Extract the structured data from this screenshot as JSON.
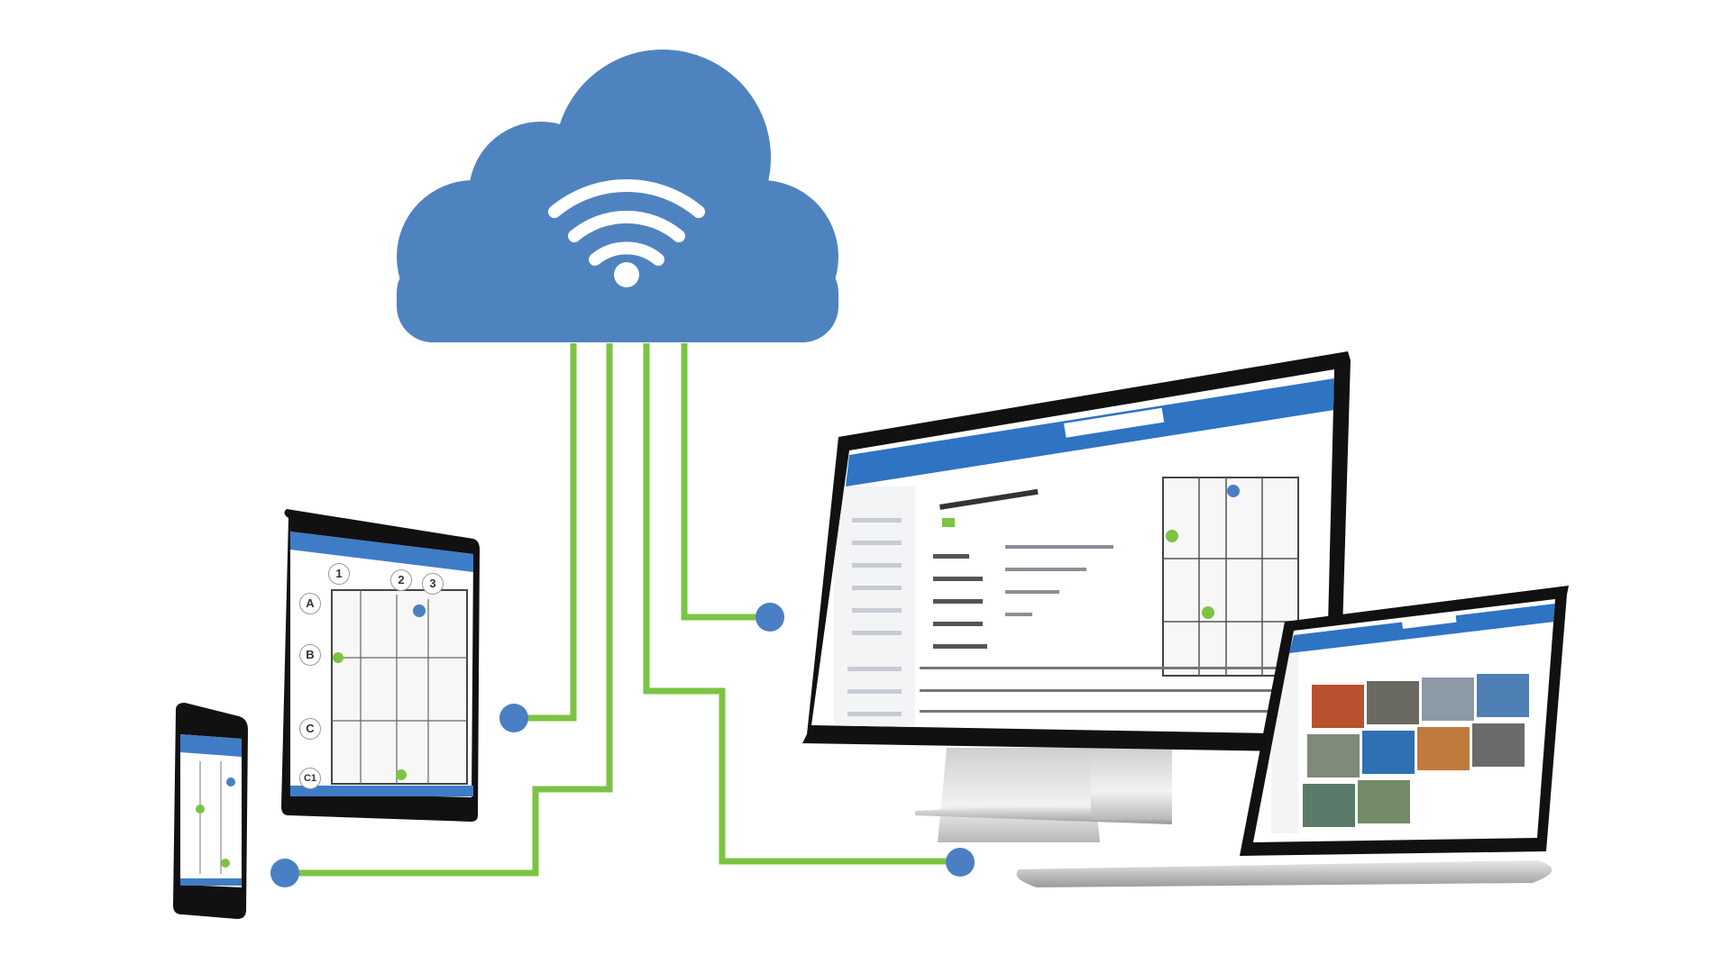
{
  "colors": {
    "cloud": "#4f83c0",
    "connector": "#7cc443",
    "node": "#4a7fc4",
    "device_frame": "#1a1a1a",
    "app_header": "#2f73c3"
  },
  "cloud": {
    "icon": "wifi-icon"
  },
  "devices": {
    "phone": {
      "name": "smartphone"
    },
    "tablet": {
      "name": "tablet",
      "grid_columns": [
        "1",
        "2",
        "3"
      ],
      "grid_rows": [
        "A",
        "B",
        "C",
        "C1"
      ]
    },
    "monitor": {
      "name": "desktop-monitor"
    },
    "laptop": {
      "name": "laptop",
      "gallery_count": 10
    }
  },
  "connections": [
    {
      "to": "tablet"
    },
    {
      "to": "phone"
    },
    {
      "to": "laptop"
    },
    {
      "to": "monitor"
    }
  ]
}
